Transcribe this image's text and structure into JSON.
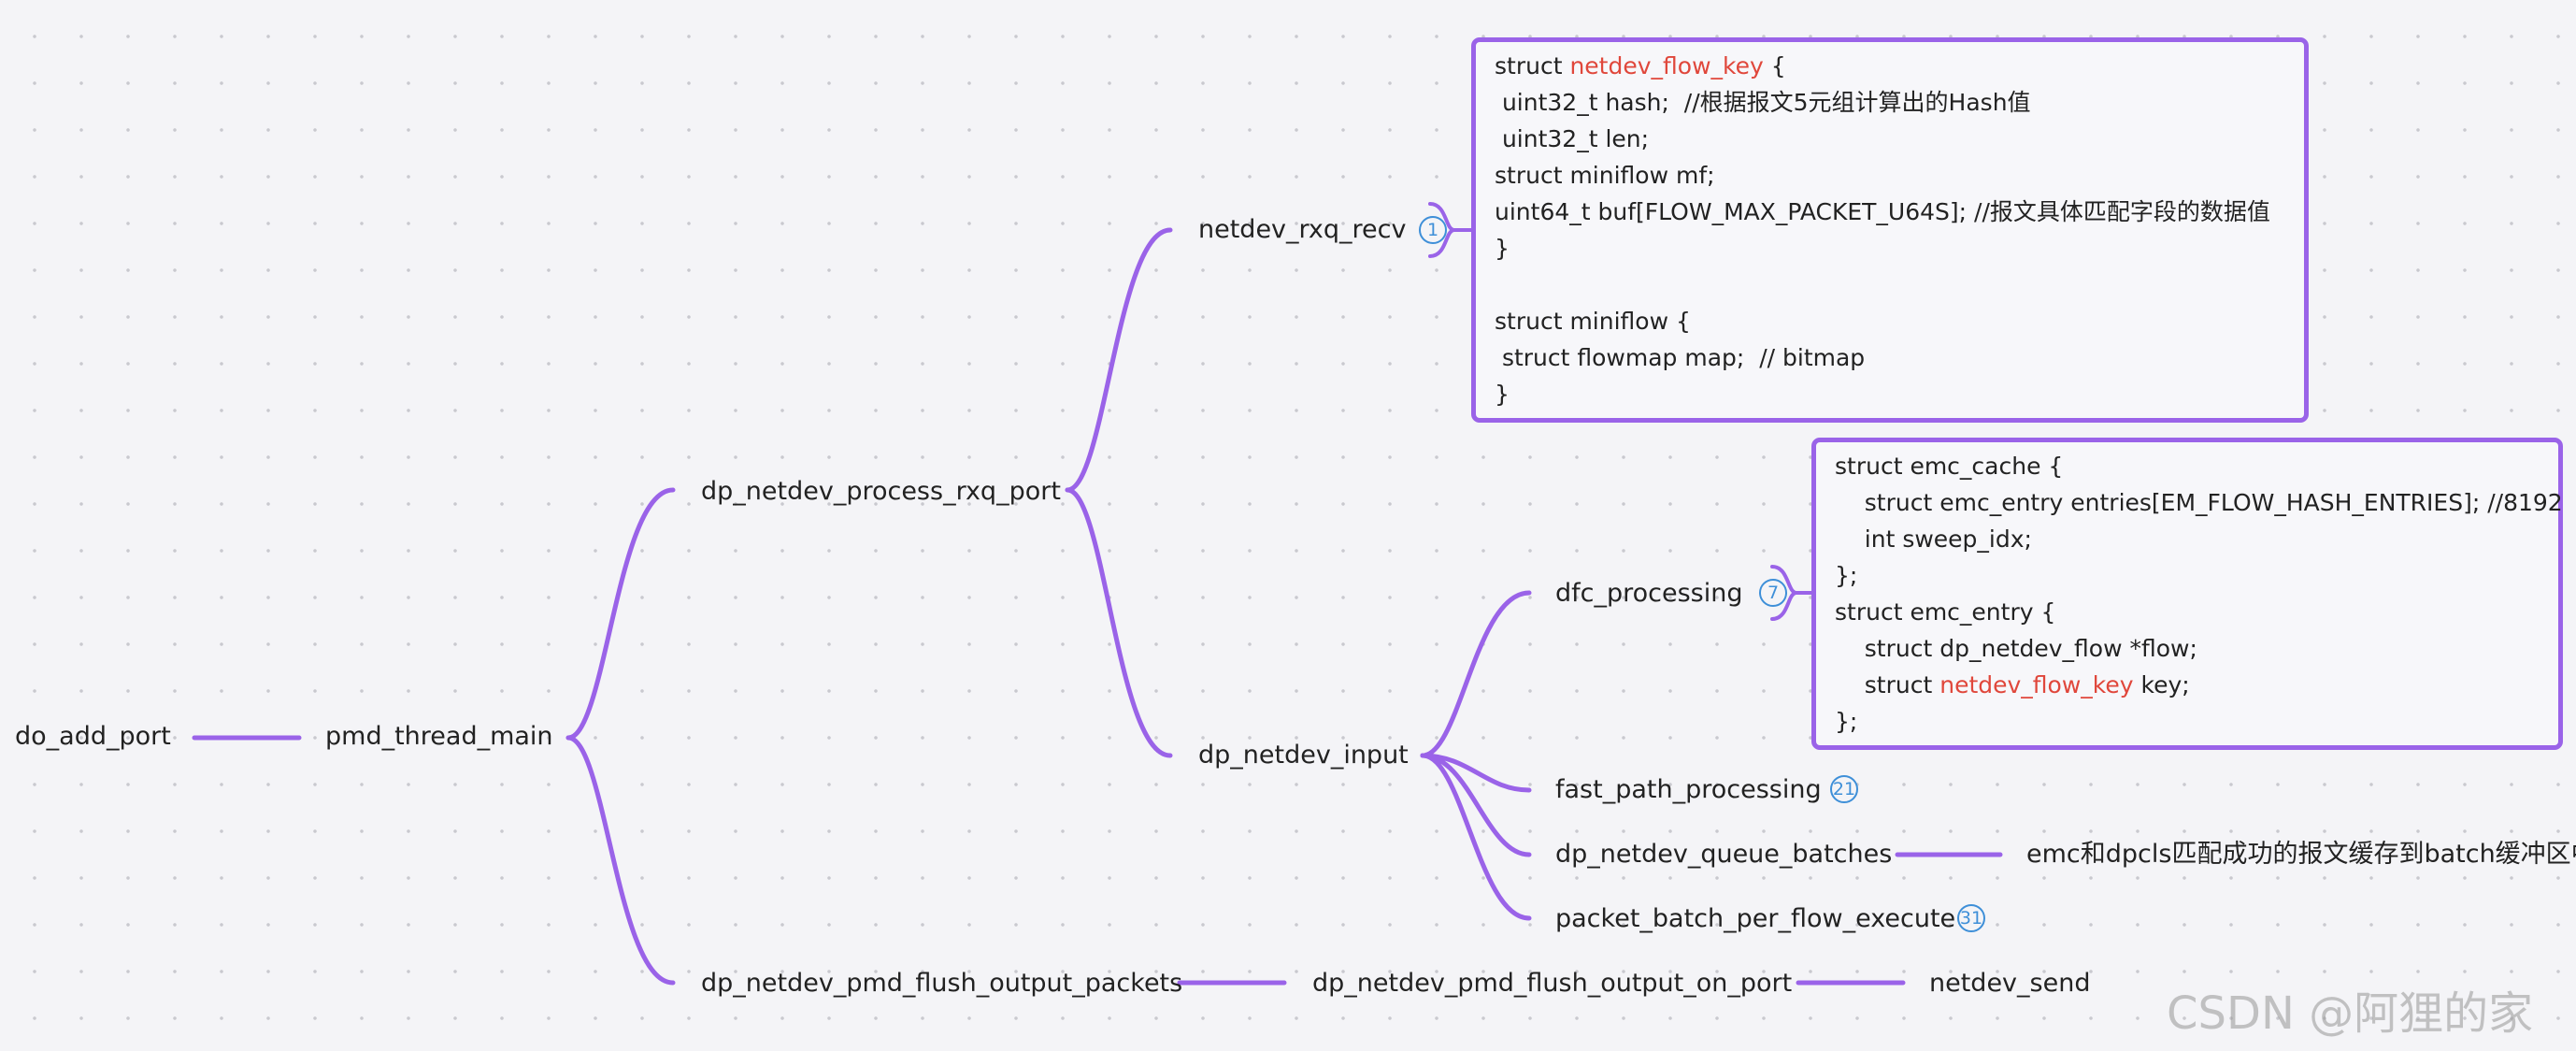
{
  "nodes": {
    "do_add_port": "do_add_port",
    "pmd_thread_main": "pmd_thread_main",
    "dp_netdev_process_rxq_port": "dp_netdev_process_rxq_port",
    "dp_netdev_pmd_flush_output_packets": "dp_netdev_pmd_flush_output_packets",
    "netdev_rxq_recv": "netdev_rxq_recv",
    "dp_netdev_input": "dp_netdev_input",
    "dfc_processing": "dfc_processing",
    "fast_path_processing": "fast_path_processing",
    "dp_netdev_queue_batches": "dp_netdev_queue_batches",
    "packet_batch_per_flow_execute": "packet_batch_per_flow_execute",
    "queue_batches_note": "emc和dpcls匹配成功的报文缓存到batch缓冲区中",
    "dp_netdev_pmd_flush_output_on_port": "dp_netdev_pmd_flush_output_on_port",
    "netdev_send": "netdev_send"
  },
  "badges": {
    "netdev_rxq_recv": "1",
    "dfc_processing": "7",
    "fast_path_processing": "21",
    "packet_batch_per_flow_execute": "31"
  },
  "notes": {
    "flow_key": [
      {
        "pre": "struct ",
        "hl": "netdev_flow_key",
        "post": " {"
      },
      {
        "pre": " uint32_t hash;  //根据报文5元组计算出的Hash值",
        "hl": "",
        "post": ""
      },
      {
        "pre": " uint32_t len;",
        "hl": "",
        "post": ""
      },
      {
        "pre": "struct miniflow mf;",
        "hl": "",
        "post": ""
      },
      {
        "pre": "uint64_t buf[FLOW_MAX_PACKET_U64S]; //报文具体匹配字段的数据值",
        "hl": "",
        "post": ""
      },
      {
        "pre": "}",
        "hl": "",
        "post": ""
      },
      {
        "pre": "",
        "hl": "",
        "post": ""
      },
      {
        "pre": "struct miniflow {",
        "hl": "",
        "post": ""
      },
      {
        "pre": " struct flowmap map;  // bitmap",
        "hl": "",
        "post": ""
      },
      {
        "pre": "}",
        "hl": "",
        "post": ""
      }
    ],
    "emc_cache": [
      {
        "pre": "struct emc_cache {",
        "hl": "",
        "post": ""
      },
      {
        "pre": "    struct emc_entry entries[EM_FLOW_HASH_ENTRIES]; //8192",
        "hl": "",
        "post": ""
      },
      {
        "pre": "    int sweep_idx;",
        "hl": "",
        "post": ""
      },
      {
        "pre": "};",
        "hl": "",
        "post": ""
      },
      {
        "pre": "struct emc_entry {",
        "hl": "",
        "post": ""
      },
      {
        "pre": "    struct dp_netdev_flow *flow;",
        "hl": "",
        "post": ""
      },
      {
        "pre": "    struct ",
        "hl": "netdev_flow_key",
        "post": " key;"
      },
      {
        "pre": "};",
        "hl": "",
        "post": ""
      }
    ]
  },
  "colors": {
    "edge": "#9a63e8",
    "highlight": "#e0473b",
    "badge": "#3e8fd8"
  },
  "watermark": "CSDN @阿狸的家"
}
